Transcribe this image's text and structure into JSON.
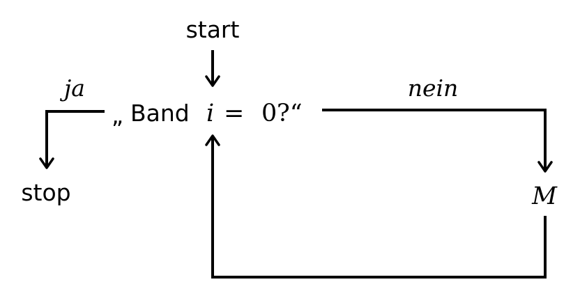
{
  "nodes": {
    "start": "start",
    "stop": "stop",
    "machine": "M",
    "test": {
      "open_quote": "„",
      "band_word": "Band",
      "var": "i",
      "equals": "=",
      "zero": "0",
      "question_close": "?“"
    }
  },
  "edges": {
    "yes_label": "ja",
    "no_label": "nein"
  }
}
